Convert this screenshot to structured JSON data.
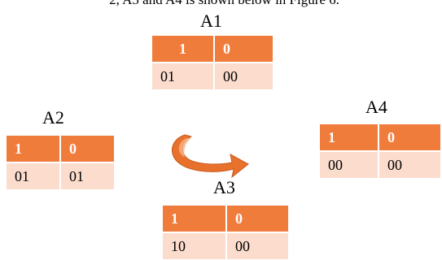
{
  "caption_fragment": "2, A3 and A4 is shown below in Figure 6.",
  "nodes": [
    {
      "label": "A1",
      "header": [
        "1",
        "0"
      ],
      "values": [
        "01",
        "00"
      ]
    },
    {
      "label": "A2",
      "header": [
        "1",
        "0"
      ],
      "values": [
        "01",
        "01"
      ]
    },
    {
      "label": "A3",
      "header": [
        "1",
        "0"
      ],
      "values": [
        "10",
        "00"
      ]
    },
    {
      "label": "A4",
      "header": [
        "1",
        "0"
      ],
      "values": [
        "00",
        "00"
      ]
    }
  ],
  "colors": {
    "header_fill": "#f07c3c",
    "value_fill": "#fbdccd",
    "arrow_fill": "#e8712c",
    "arrow_inner": "#f6b487"
  }
}
